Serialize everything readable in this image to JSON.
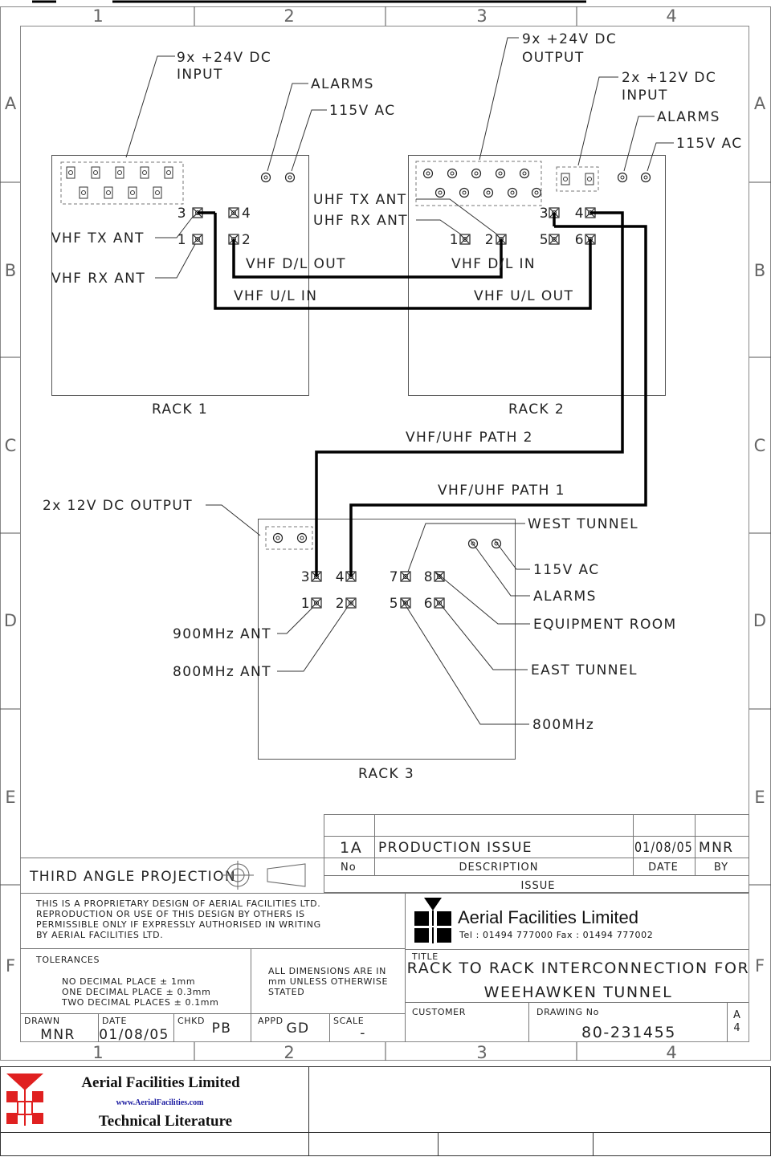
{
  "grid": {
    "columns": [
      "1",
      "2",
      "3",
      "4"
    ],
    "rows": [
      "A",
      "B",
      "C",
      "D",
      "E",
      "F"
    ]
  },
  "rack1": {
    "name": "RACK 1",
    "dc_input": [
      "9x  +24V  DC",
      "INPUT"
    ],
    "alarms": "ALARMS",
    "ac": "115V  AC",
    "vhf_tx_ant": "VHF  TX  ANT",
    "vhf_rx_ant": "VHF  RX  ANT",
    "ports": [
      "3",
      "4",
      "1",
      "2"
    ]
  },
  "rack2": {
    "name": "RACK 2",
    "dc_output": [
      "9x  +24V  DC",
      "OUTPUT"
    ],
    "dc_input": [
      "2x  +12V  DC",
      "INPUT"
    ],
    "alarms": "ALARMS",
    "ac": "115V  AC",
    "uhf_tx_ant": "UHF  TX  ANT",
    "uhf_rx_ant": "UHF  RX  ANT",
    "ports": [
      "3",
      "4",
      "1",
      "2",
      "5",
      "6"
    ]
  },
  "rack3": {
    "name": "RACK 3",
    "dc_output": "2x  12V  DC  OUTPUT",
    "west_tunnel": "WEST  TUNNEL",
    "ac": "115V  AC",
    "alarms": "ALARMS",
    "equipment_room": "EQUIPMENT  ROOM",
    "east_tunnel": "EAST  TUNNEL",
    "band_800": "800MHz",
    "ant_900": "900MHz  ANT",
    "ant_800": "800MHz  ANT",
    "ports": [
      "3",
      "4",
      "7",
      "8",
      "1",
      "2",
      "5",
      "6"
    ]
  },
  "links": {
    "vhf_dl_out": "VHF  D/L  OUT",
    "vhf_dl_in": "VHF  D/L  IN",
    "vhf_ul_in": "VHF  U/L  IN",
    "vhf_ul_out": "VHF  U/L  OUT",
    "path2": "VHF/UHF  PATH  2",
    "path1": "VHF/UHF  PATH  1"
  },
  "revision": {
    "issue": "1A",
    "description": "PRODUCTION  ISSUE",
    "date": "01/08/05",
    "by": "MNR",
    "hdr_no": "No",
    "hdr_description": "DESCRIPTION",
    "hdr_date": "DATE",
    "hdr_by": "BY",
    "hdr_issue": "ISSUE"
  },
  "title_block": {
    "projection": "THIRD  ANGLE  PROJECTION",
    "proprietary": [
      "THIS  IS  A  PROPRIETARY  DESIGN  OF  AERIAL  FACILITIES  LTD.",
      "REPRODUCTION  OR  USE  OF  THIS  DESIGN  BY  OTHERS  IS",
      "PERMISSIBLE  ONLY  IF  EXPRESSLY  AUTHORISED  IN  WRITING",
      "BY  AERIAL  FACILITIES  LTD."
    ],
    "tolerances_label": "TOLERANCES",
    "tolerances": [
      "NO  DECIMAL  PLACE  ±  1mm",
      "ONE  DECIMAL  PLACE  ±  0.3mm",
      "TWO  DECIMAL  PLACES  ±  0.1mm"
    ],
    "dimensions": [
      "ALL  DIMENSIONS  ARE  IN",
      "mm  UNLESS  OTHERWISE",
      "STATED"
    ],
    "company": "Aerial  Facilities  Limited",
    "tel": "Tel  :  01494  777000  Fax  :  01494  777002",
    "title_label": "TITLE",
    "title": [
      "RACK  TO  RACK  INTERCONNECTION  FOR",
      "WEEHAWKEN  TUNNEL"
    ],
    "customer_label": "CUSTOMER",
    "drawing_no_label": "DRAWING  No",
    "drawing_no": "80-231455",
    "size": [
      "A",
      "4"
    ],
    "drawn_label": "DRAWN",
    "drawn": "MNR",
    "date_label": "DATE",
    "date": "01/08/05",
    "chkd_label": "CHKD",
    "chkd": "PB",
    "appd_label": "APPD",
    "appd": "GD",
    "scale_label": "SCALE",
    "scale": "-"
  },
  "footer": {
    "company": "Aerial  Facilities  Limited",
    "url": "www.AerialFacilities.com",
    "subtitle": "Technical Literature"
  }
}
